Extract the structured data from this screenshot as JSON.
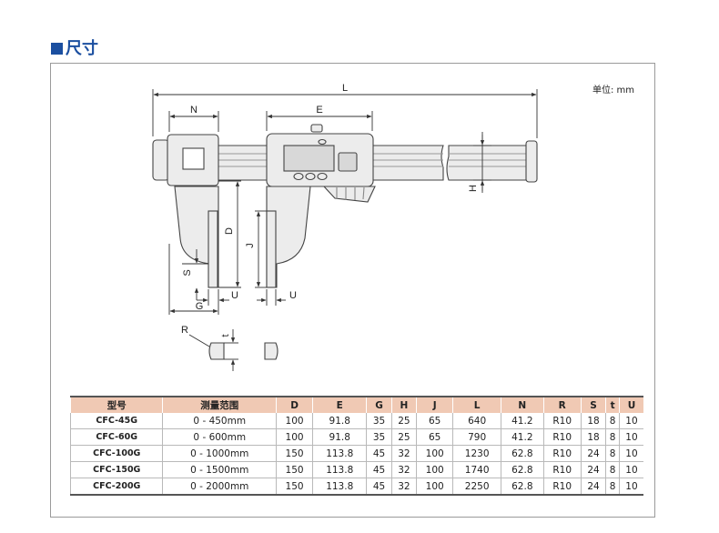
{
  "section": {
    "title": "尺寸"
  },
  "unit_label": "单位: mm",
  "dimension_labels": {
    "L": "L",
    "N": "N",
    "E": "E",
    "H": "H",
    "D": "D",
    "J": "J",
    "S": "S",
    "G": "G",
    "U1": "U",
    "U2": "U",
    "R": "R",
    "t": "t"
  },
  "table": {
    "headers": [
      "型号",
      "测量范围",
      "D",
      "E",
      "G",
      "H",
      "J",
      "L",
      "N",
      "R",
      "S",
      "t",
      "U"
    ],
    "rows": [
      [
        "CFC-45G",
        "0 - 450mm",
        "100",
        "91.8",
        "35",
        "25",
        "65",
        "640",
        "41.2",
        "R10",
        "18",
        "8",
        "10"
      ],
      [
        "CFC-60G",
        "0 - 600mm",
        "100",
        "91.8",
        "35",
        "25",
        "65",
        "790",
        "41.2",
        "R10",
        "18",
        "8",
        "10"
      ],
      [
        "CFC-100G",
        "0 - 1000mm",
        "150",
        "113.8",
        "45",
        "32",
        "100",
        "1230",
        "62.8",
        "R10",
        "24",
        "8",
        "10"
      ],
      [
        "CFC-150G",
        "0 - 1500mm",
        "150",
        "113.8",
        "45",
        "32",
        "100",
        "1740",
        "62.8",
        "R10",
        "24",
        "8",
        "10"
      ],
      [
        "CFC-200G",
        "0 - 2000mm",
        "150",
        "113.8",
        "45",
        "32",
        "100",
        "2250",
        "62.8",
        "R10",
        "24",
        "8",
        "10"
      ]
    ]
  }
}
